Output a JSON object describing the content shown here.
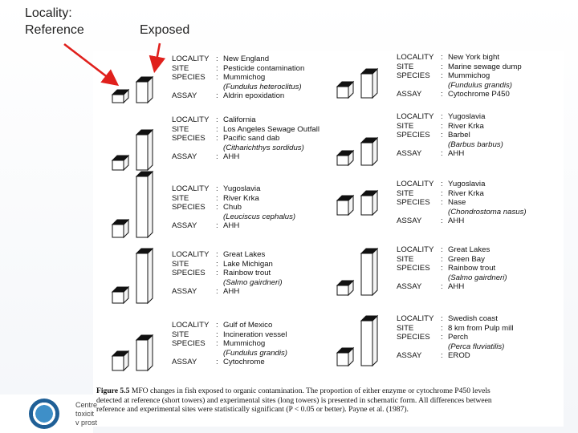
{
  "headings": {
    "reference": "Locality:\nReference",
    "exposed": "Exposed"
  },
  "field_labels": {
    "locality": "LOCALITY",
    "site": "SITE",
    "species": "SPECIES",
    "assay": "ASSAY"
  },
  "entries": [
    {
      "locality": "New England",
      "site": "Pesticide contamination",
      "species": "Mummichog",
      "scientific": "(Fundulus heteroclitus)",
      "assay": "Aldrin epoxidation"
    },
    {
      "locality": "New York bight",
      "site": "Marine sewage dump",
      "species": "Mummichog",
      "scientific": "(Fundulus grandis)",
      "assay": "Cytochrome P450"
    },
    {
      "locality": "California",
      "site": "Los Angeles Sewage Outfall",
      "species": "Pacific sand dab",
      "scientific": "(Citharichthys sordidus)",
      "assay": "AHH"
    },
    {
      "locality": "Yugoslavia",
      "site": "River Krka",
      "species": "Barbel",
      "scientific": "(Barbus barbus)",
      "assay": "AHH"
    },
    {
      "locality": "Yugoslavia",
      "site": "River Krka",
      "species": "Chub",
      "scientific": "(Leuciscus cephalus)",
      "assay": "AHH"
    },
    {
      "locality": "Yugoslavia",
      "site": "River Krka",
      "species": "Nase",
      "scientific": "(Chondrostoma nasus)",
      "assay": "AHH"
    },
    {
      "locality": "Great Lakes",
      "site": "Lake Michigan",
      "species": "Rainbow trout",
      "scientific": "(Salmo gairdneri)",
      "assay": "AHH"
    },
    {
      "locality": "Great Lakes",
      "site": "Green Bay",
      "species": "Rainbow trout",
      "scientific": "(Salmo gairdneri)",
      "assay": "AHH"
    },
    {
      "locality": "Gulf of Mexico",
      "site": "Incineration vessel",
      "species": "Mummichog",
      "scientific": "(Fundulus grandis)",
      "assay": "Cytochrome"
    },
    {
      "locality": "Swedish coast",
      "site": "8 km from Pulp mill",
      "species": "Perch",
      "scientific": "(Perca fluviatilis)",
      "assay": "EROD"
    }
  ],
  "caption": {
    "label": "Figure 5.5",
    "line1": "MFO changes in fish exposed to organic contamination. The proportion of either enzyme or cytochrome P450 levels",
    "line2": "detected at reference (short towers) and experimental sites (long towers) is presented in schematic form. All differences between",
    "line3": "reference and experimental sites were statistically significant (P < 0.05 or better). Payne et al. (1987)."
  },
  "footer": {
    "line1": "Centre",
    "line2": "toxicit",
    "line3": "v prost"
  },
  "colors": {
    "arrow": "#e0201c",
    "tower_top": "#111111",
    "tower_side": "#ffffff"
  }
}
